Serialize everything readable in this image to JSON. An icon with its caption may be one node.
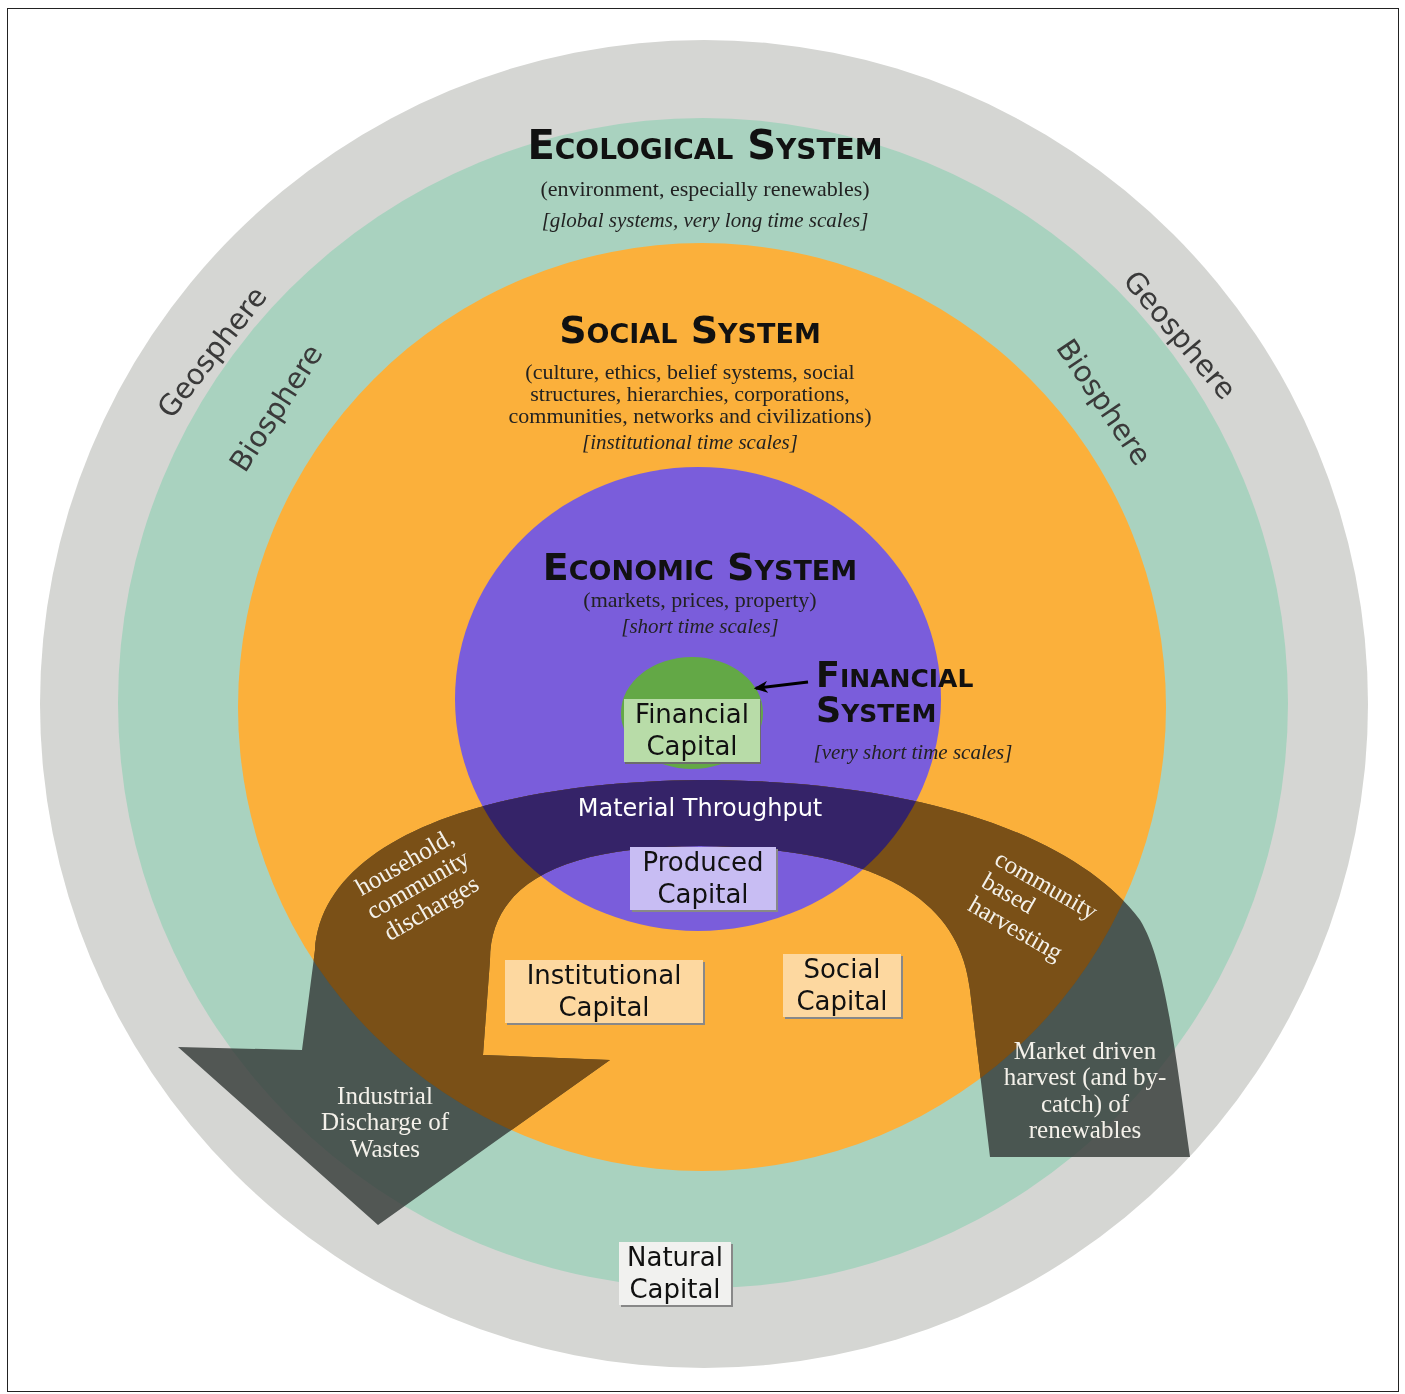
{
  "diagram": {
    "nodes": [
      {
        "text": [],
        "shape": "circle"
      },
      {
        "text": [
          "Ecological System",
          "(environment, especially renewables)",
          "[global systems, very long time scales]"
        ],
        "in": 0
      },
      {
        "text": [
          "Social System",
          "(culture, ethics, belief systems, social structures, hierarchies, corporations, communities, networks and civilizations)",
          "[institutional time scales]"
        ],
        "in": 1
      },
      {
        "text": [
          "Economic System",
          "(markets, prices, property)",
          "[short time scales]"
        ],
        "in": 2
      },
      {
        "text": [
          "Financial Capital"
        ],
        "in": 3
      },
      {
        "text": [
          "Financial System",
          "[very short time scales]"
        ],
        "in": 2
      },
      {
        "text": [
          "Produced Capital"
        ],
        "in": 3
      },
      {
        "text": [
          "Institutional Capital"
        ],
        "in": 2
      },
      {
        "text": [
          "Social Capital"
        ],
        "in": 2
      },
      {
        "text": [
          "Natural Capital"
        ],
        "in": 0
      }
    ],
    "edges": [
      {
        "from": 5,
        "to": 4,
        "arrow": "to"
      }
    ],
    "labels": [
      "Geosphere",
      "Biosphere",
      "Geosphere",
      "Biosphere",
      "Material Throughput",
      "household, community discharges",
      "community based harvesting",
      "Industrial Discharge of Wastes",
      "Market driven harvest (and by-catch) of renewables"
    ]
  }
}
